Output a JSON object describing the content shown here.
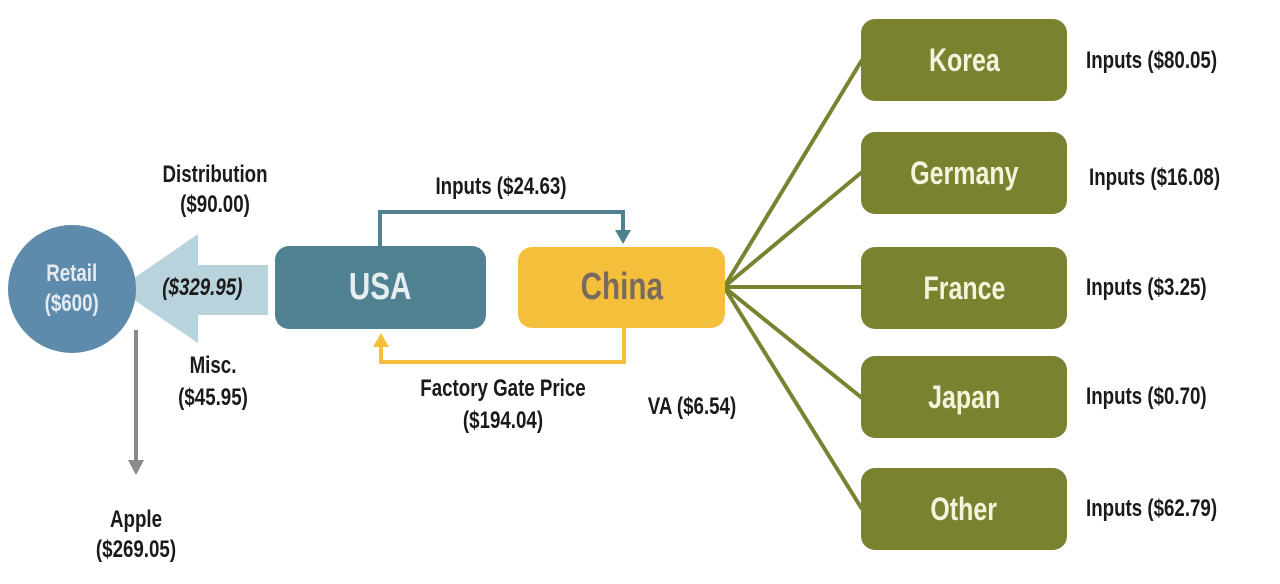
{
  "colors": {
    "retail": "#5e8aab",
    "usa": "#4f8190",
    "china": "#f4bf3a",
    "country": "#7a8230",
    "big_arrow": "#b9d3dd",
    "inputs_arrow": "#4f8190",
    "factory_arrow": "#f4bf3a",
    "apple_arrow": "#8a8a8a",
    "connector": "#7a8230"
  },
  "retail": {
    "label": "Retail",
    "value": "($600)"
  },
  "usa": {
    "label": "USA"
  },
  "china": {
    "label": "China"
  },
  "flows": {
    "distribution": {
      "label": "Distribution",
      "value": "($90.00)"
    },
    "usa_to_retail": {
      "value": "($329.95)"
    },
    "misc": {
      "label": "Misc.",
      "value": "($45.95)"
    },
    "apple": {
      "label": "Apple",
      "value": "($269.05)"
    },
    "usa_inputs": {
      "text": "Inputs ($24.63)"
    },
    "factory_gate": {
      "label": "Factory Gate Price",
      "value": "($194.04)"
    },
    "china_va": {
      "text": "VA ($6.54)"
    }
  },
  "countries": [
    {
      "name": "Korea",
      "inputs": "Inputs ($80.05)"
    },
    {
      "name": "Germany",
      "inputs": "Inputs ($16.08)"
    },
    {
      "name": "France",
      "inputs": "Inputs ($3.25)"
    },
    {
      "name": "Japan",
      "inputs": "Inputs ($0.70)"
    },
    {
      "name": "Other",
      "inputs": "Inputs ($62.79)"
    }
  ]
}
